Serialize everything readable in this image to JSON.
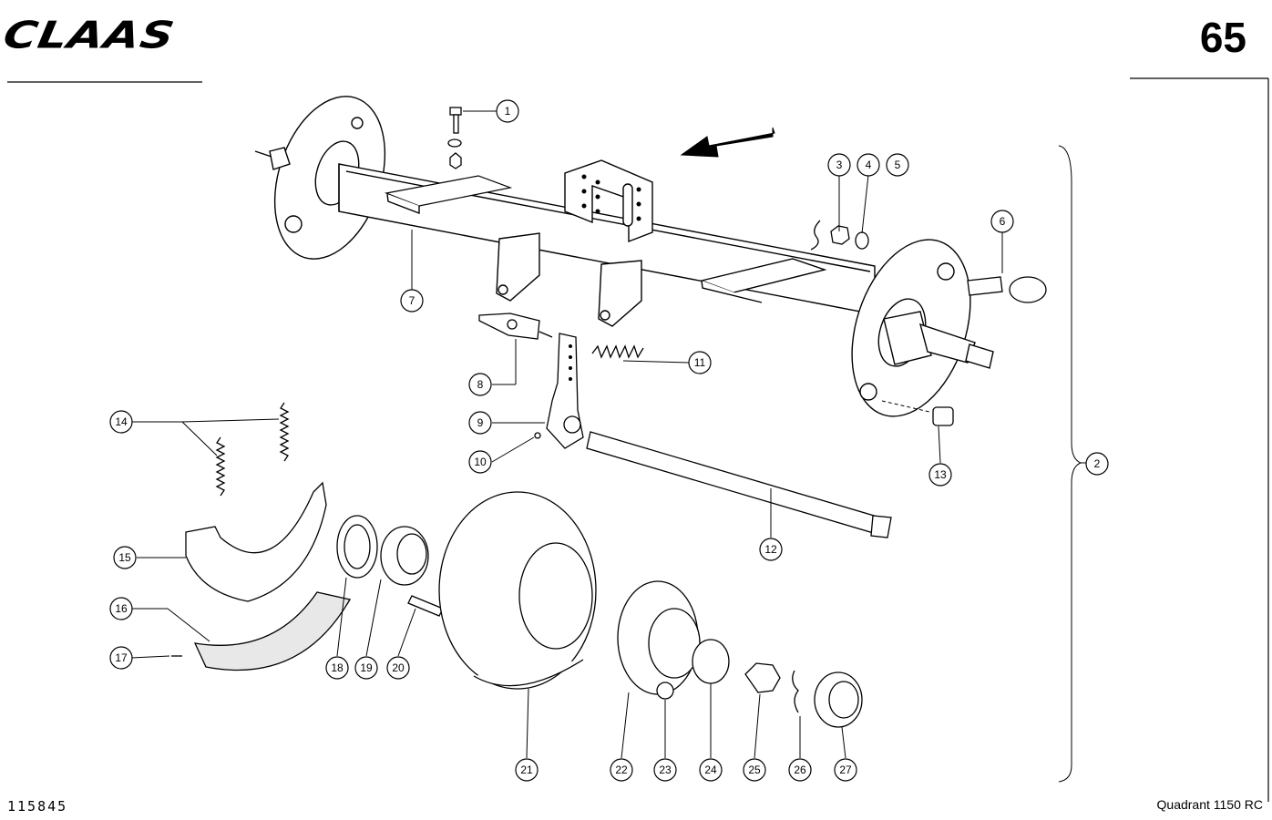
{
  "header": {
    "brand": "CLAAS",
    "page_number": "65"
  },
  "footer": {
    "document_number": "115845",
    "model": "Quadrant 1150 RC"
  },
  "callouts": [
    "1",
    "2",
    "3",
    "4",
    "5",
    "6",
    "7",
    "8",
    "9",
    "10",
    "11",
    "12",
    "13",
    "14",
    "15",
    "16",
    "17",
    "18",
    "19",
    "20",
    "21",
    "22",
    "23",
    "24",
    "25",
    "26",
    "27"
  ]
}
